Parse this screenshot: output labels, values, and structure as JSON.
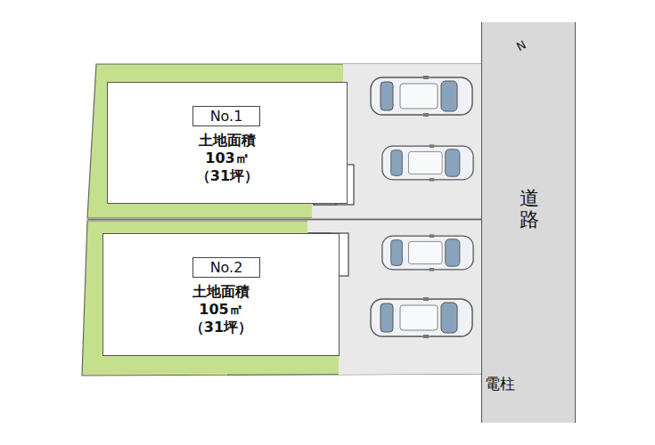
{
  "diagram": {
    "nodes": [
      {
        "text": [
          "土地面積 103㎡ （31坪）"
        ]
      },
      {
        "text": [
          "No.1"
        ],
        "in": 0
      },
      {
        "text": [
          "土地面積 105㎡ （31坪）"
        ]
      },
      {
        "text": [
          "No.2"
        ],
        "in": 2
      },
      {
        "text": [
          "道路"
        ]
      }
    ],
    "labels": [
      "N",
      "電柱"
    ]
  }
}
